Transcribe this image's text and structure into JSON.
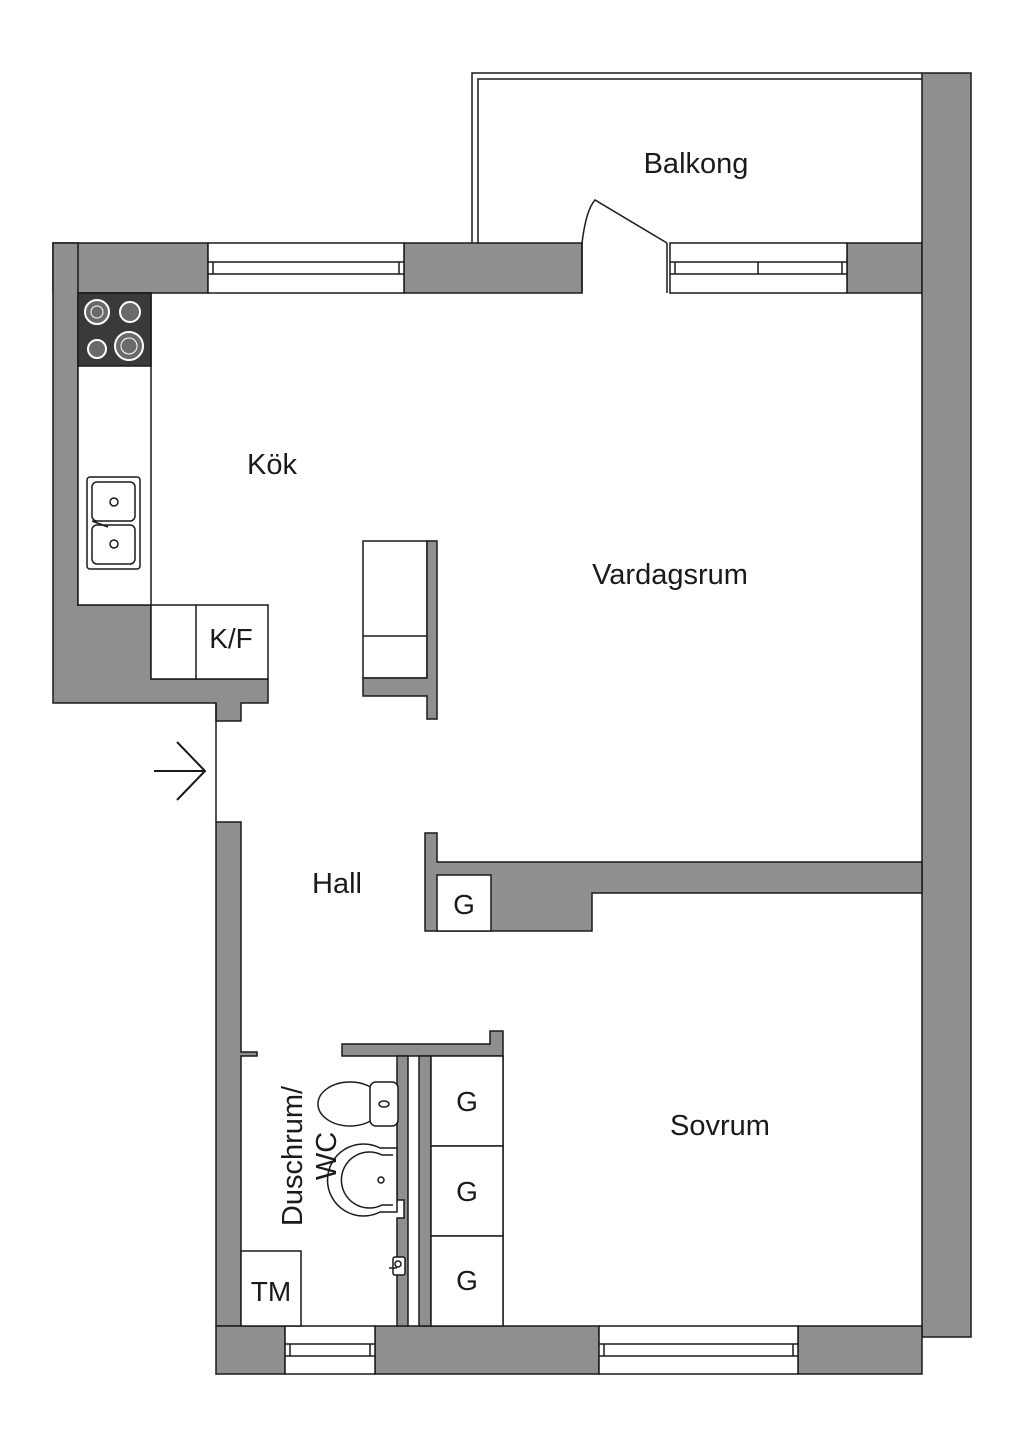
{
  "rooms": {
    "balcony": "Balkong",
    "kitchen": "Kök",
    "living": "Vardagsrum",
    "hall": "Hall",
    "bedroom": "Sovrum",
    "bathroom_line1": "Duschrum/",
    "bathroom_line2": "WC"
  },
  "fixtures": {
    "fridge_freezer": "K/F",
    "wardrobe_hall": "G",
    "wardrobe_1": "G",
    "wardrobe_2": "G",
    "wardrobe_3": "G",
    "washing_machine": "TM"
  },
  "colors": {
    "wall": "#8f8f8f",
    "line": "#1a1a1a",
    "stove": "#3a3a3a"
  },
  "icons": [
    "entrance-arrow-icon",
    "stove-icon",
    "sink-icon",
    "toilet-icon",
    "washbasin-icon",
    "shower-tap-icon"
  ]
}
